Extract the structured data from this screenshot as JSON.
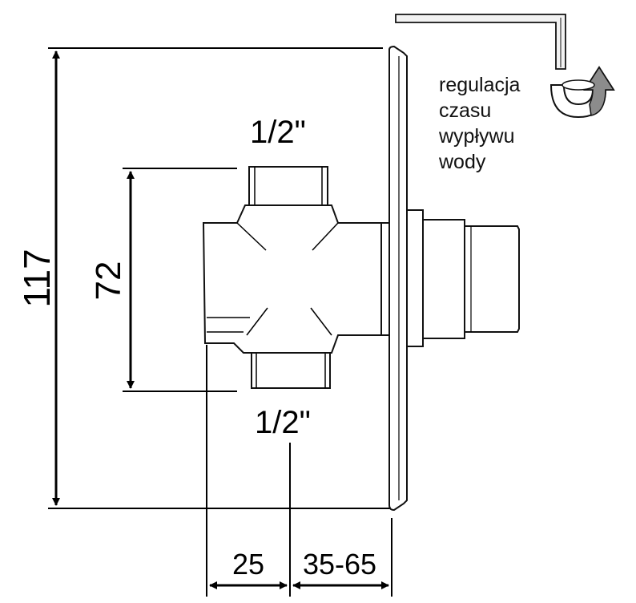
{
  "dimensions": {
    "overall_height": "117",
    "inlet_spacing": "72",
    "top_thread": "1/2\"",
    "bottom_thread": "1/2\"",
    "depth_body": "25",
    "depth_wall": "35-65"
  },
  "note": {
    "lines": [
      "regulacja",
      "czasu",
      "wypływu",
      "wody"
    ]
  },
  "icons": {
    "hex_key": "hex-key-icon",
    "rotate_arrow": "rotate-arrow-icon"
  },
  "colors": {
    "line": "#000000",
    "part_fill": "#ffffff",
    "arrow_grey": "#8c8c8c"
  }
}
